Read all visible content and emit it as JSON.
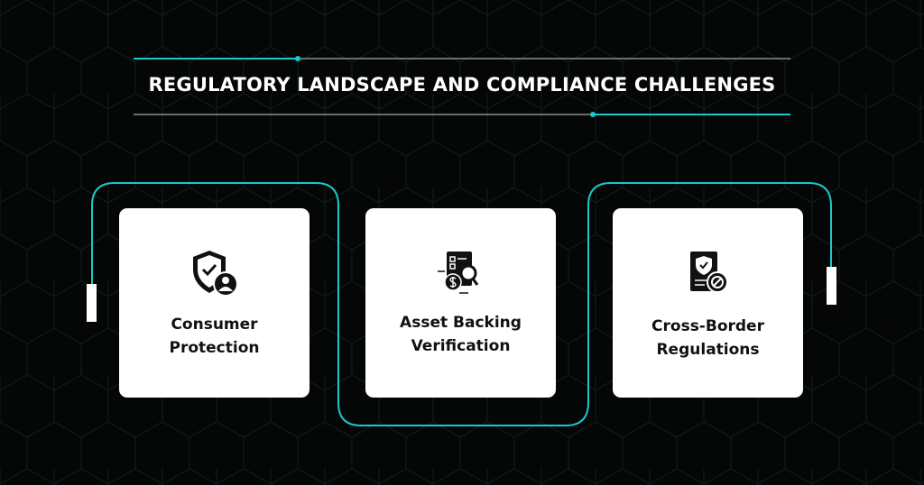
{
  "title": "REGULATORY LANDSCAPE AND COMPLIANCE CHALLENGES",
  "colors": {
    "accent": "#19c9c9",
    "background": "#050606",
    "card": "#ffffff",
    "text_dark": "#111111"
  },
  "cards": [
    {
      "line1": "Consumer",
      "line2": "Protection",
      "icon": "shield-user-check-icon"
    },
    {
      "line1": "Asset Backing",
      "line2": "Verification",
      "icon": "document-search-dollar-icon"
    },
    {
      "line1": "Cross-Border",
      "line2": "Regulations",
      "icon": "document-shield-blocked-icon"
    }
  ]
}
